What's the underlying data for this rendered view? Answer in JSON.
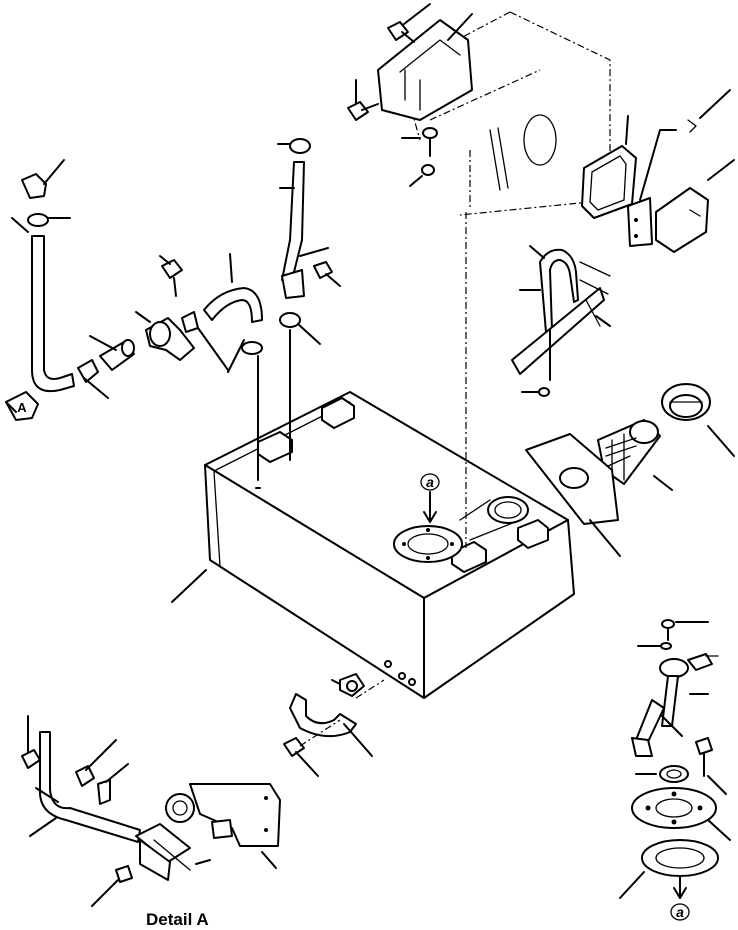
{
  "detail_label": "Detail A",
  "view_marker_a": "A",
  "ref_marker_top": "a",
  "ref_marker_bottom": "a"
}
